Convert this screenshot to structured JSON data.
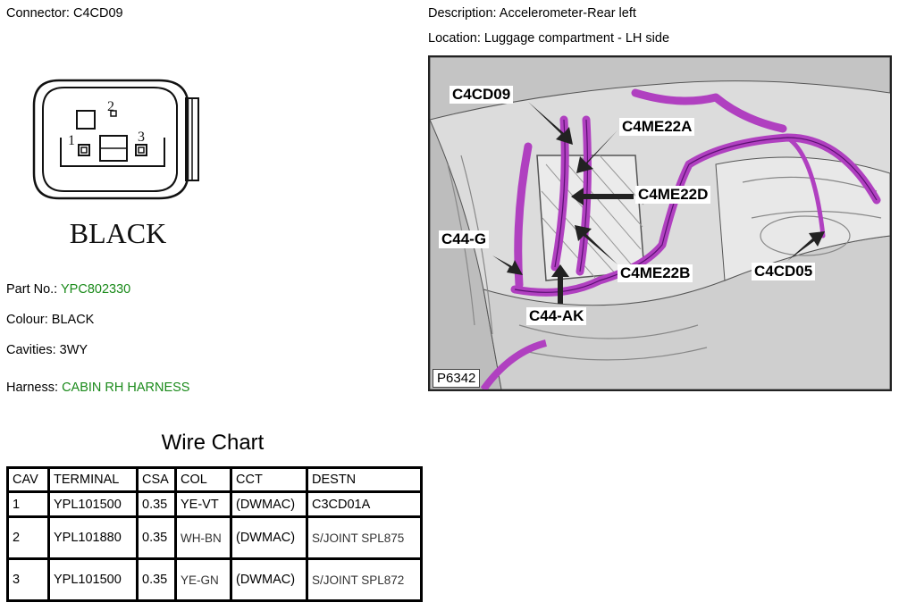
{
  "connector": {
    "label": "Connector:",
    "value": "C4CD09"
  },
  "description": {
    "label": "Description:",
    "value": "Accelerometer-Rear left"
  },
  "location": {
    "label": "Location:",
    "value": "Luggage compartment - LH side"
  },
  "diagram": {
    "pins": [
      "1",
      "2",
      "3"
    ],
    "color_label": "BLACK"
  },
  "part_no": {
    "label": "Part No.:",
    "value": "YPC802330"
  },
  "colour": {
    "label": "Colour:",
    "value": "BLACK"
  },
  "cavities": {
    "label": "Cavities:",
    "value": "3WY"
  },
  "harness": {
    "label": "Harness:",
    "value": "CABIN RH HARNESS"
  },
  "photo": {
    "id": "P6342",
    "callouts": [
      "C4CD09",
      "C4ME22A",
      "C4ME22D",
      "C44-G",
      "C4ME22B",
      "C4CD05",
      "C44-AK"
    ],
    "harness_color": "#b040c0"
  },
  "wire_chart": {
    "title": "Wire Chart",
    "headers": [
      "CAV",
      "TERMINAL",
      "CSA",
      "COL",
      "CCT",
      "DESTN"
    ],
    "rows": [
      [
        "1",
        "YPL101500",
        "0.35",
        "YE-VT",
        "(DWMAC)",
        "C3CD01A"
      ],
      [
        "2",
        "YPL101880",
        "0.35",
        "WH-BN",
        "(DWMAC)",
        "S/JOINT SPL875"
      ],
      [
        "3",
        "YPL101500",
        "0.35",
        "YE-GN",
        "(DWMAC)",
        "S/JOINT SPL872"
      ]
    ]
  },
  "colors": {
    "green_text": "#1a8a1a"
  }
}
